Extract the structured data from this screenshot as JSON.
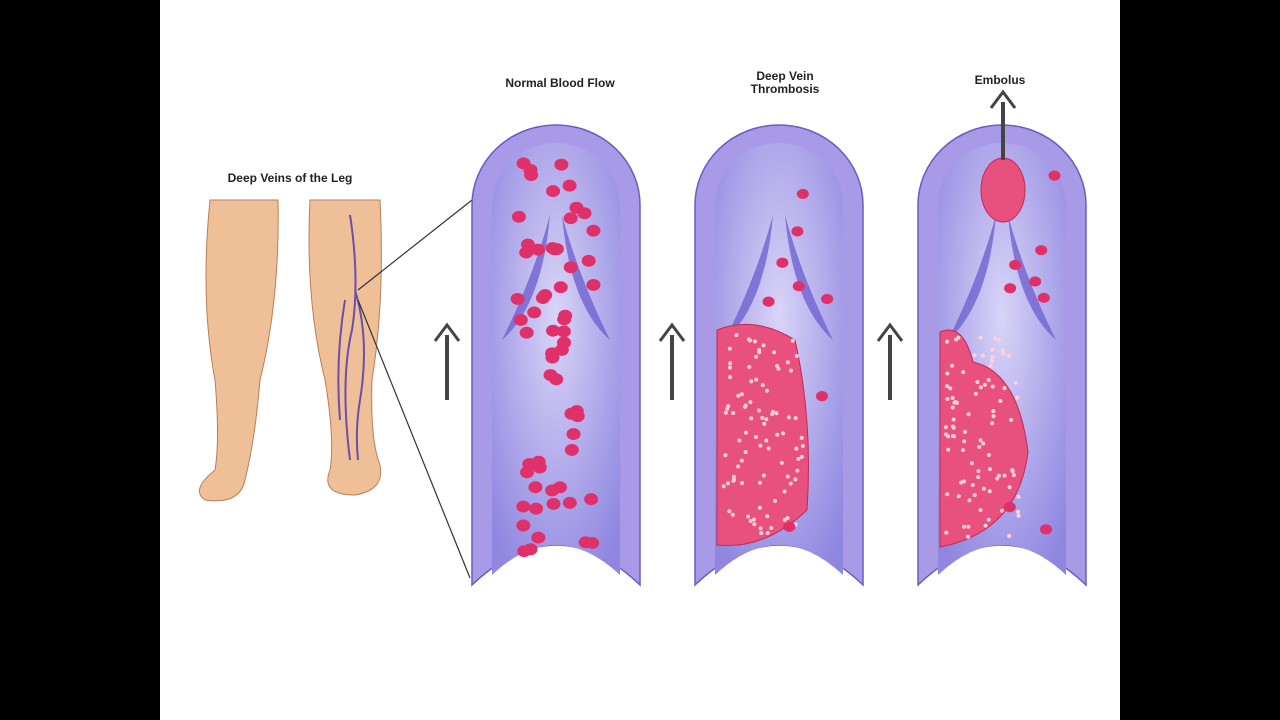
{
  "labels": {
    "legs": "Deep Veins of the Leg",
    "normal": "Normal Blood Flow",
    "dvt": "Deep Vein Thrombosis",
    "embolus": "Embolus"
  },
  "colors": {
    "vessel_wall": "#a99ae8",
    "vessel_inner": "#8f86e0",
    "blood_cell": "#e0306a",
    "skin": "#efbf98",
    "vein": "#6b4fa8"
  }
}
